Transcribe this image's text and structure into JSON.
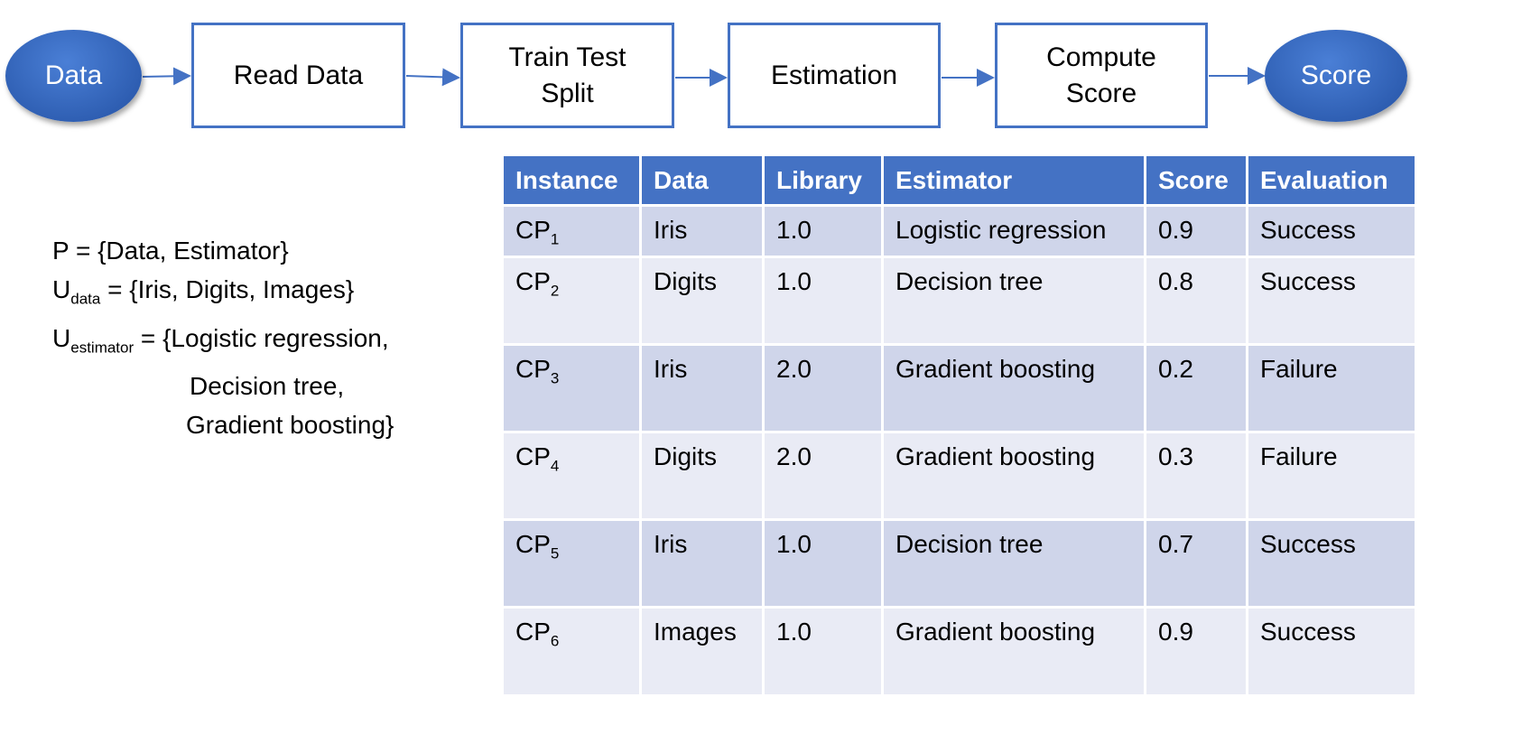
{
  "flow": {
    "start": "Data",
    "steps": [
      "Read Data",
      "Train Test Split",
      "Estimation",
      "Compute Score"
    ],
    "end": "Score"
  },
  "params": {
    "p": "P = {Data, Estimator}",
    "u_data_prefix": "U",
    "u_data_sub": "data",
    "u_data_rest": " = {Iris, Digits, Images}",
    "u_est_prefix": "U",
    "u_est_sub": "estimator",
    "u_est_rest": " = {Logistic regression,",
    "u_est_line2": "Decision tree,",
    "u_est_line3": "Gradient boosting}"
  },
  "table": {
    "headers": [
      "Instance",
      "Data",
      "Library",
      "Estimator",
      "Score",
      "Evaluation"
    ],
    "rows": [
      {
        "inst": "CP",
        "sub": "1",
        "data": "Iris",
        "lib": "1.0",
        "est": "Logistic regression",
        "score": "0.9",
        "eval": "Success"
      },
      {
        "inst": "CP",
        "sub": "2",
        "data": "Digits",
        "lib": "1.0",
        "est": "Decision tree",
        "score": "0.8",
        "eval": "Success"
      },
      {
        "inst": "CP",
        "sub": "3",
        "data": "Iris",
        "lib": "2.0",
        "est": "Gradient boosting",
        "score": "0.2",
        "eval": "Failure"
      },
      {
        "inst": "CP",
        "sub": "4",
        "data": "Digits",
        "lib": "2.0",
        "est": "Gradient boosting",
        "score": "0.3",
        "eval": "Failure"
      },
      {
        "inst": "CP",
        "sub": "5",
        "data": "Iris",
        "lib": "1.0",
        "est": "Decision tree",
        "score": "0.7",
        "eval": "Success"
      },
      {
        "inst": "CP",
        "sub": "6",
        "data": "Images",
        "lib": "1.0",
        "est": "Gradient boosting",
        "score": "0.9",
        "eval": "Success"
      }
    ]
  },
  "colors": {
    "accent": "#4472c4",
    "row_odd": "#cfd5ea",
    "row_even": "#e9ebf5"
  }
}
